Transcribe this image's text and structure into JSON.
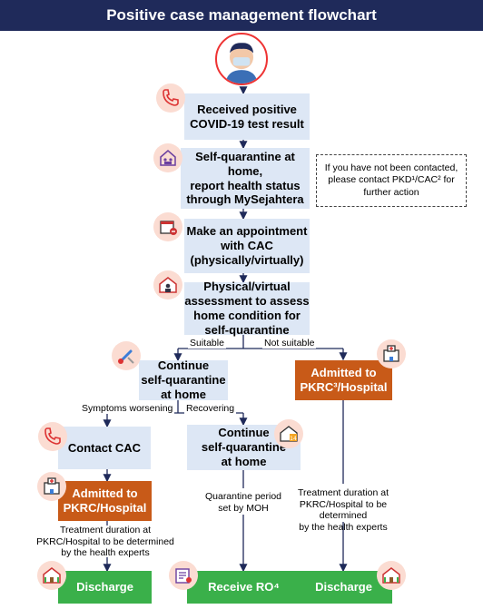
{
  "title": "Positive case management flowchart",
  "steps": {
    "received": "Received positive\nCOVID-19 test result",
    "self_quarantine": "Self-quarantine at home,\nreport health status\nthrough MySejahtera",
    "appointment": "Make an appointment\nwith CAC\n(physically/virtually)",
    "assessment": "Physical/virtual\nassessment to assess\nhome condition for\nself-quarantine",
    "continue_1": "Continue\nself-quarantine\nat home",
    "admitted_right": "Admitted to\nPKRC³/Hospital",
    "contact_cac": "Contact CAC",
    "continue_2": "Continue\nself-quarantine\nat home",
    "admitted_left": "Admitted to\nPKRC/Hospital",
    "discharge_left": "Discharge",
    "receive_ro": "Receive RO⁴",
    "discharge_right": "Discharge"
  },
  "notes": {
    "contact_pkd": "If you have not been contacted,\nplease contact PKD¹/CAC² for\nfurther action",
    "treatment_right": "Treatment duration at\nPKRC/Hospital to be determined\nby the health experts",
    "treatment_left": "Treatment duration at\nPKRC/Hospital to be determined\nby the health experts",
    "quarantine_period": "Quarantine period\nset by MOH"
  },
  "branches": {
    "suitable": "Suitable",
    "not_suitable": "Not suitable",
    "symptoms_worsening": "Symptoms worsening",
    "recovering": "Recovering"
  },
  "colors": {
    "header": "#1f2a5a",
    "step_box": "#dde7f5",
    "admitted_box": "#c85a18",
    "end_box": "#3ab04a",
    "icon_circle": "#fbdcd2",
    "connector": "#1f2a5a"
  },
  "icons": [
    "masked-person-icon",
    "phone-icon",
    "home-family-icon",
    "calendar-icon",
    "house-person-icon",
    "thermometer-icon",
    "hospital-icon",
    "phone-icon",
    "calendar-check-icon",
    "hospital-icon",
    "house-icon",
    "certificate-icon",
    "house-icon"
  ]
}
